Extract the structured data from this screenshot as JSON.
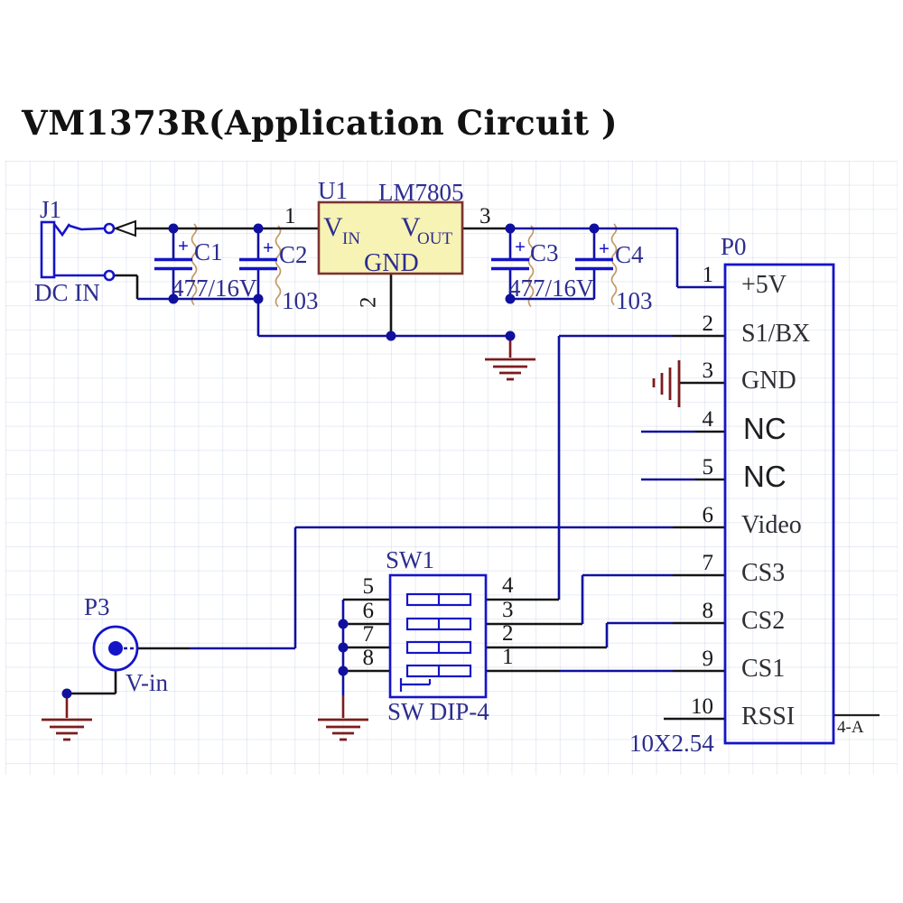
{
  "title": "VM1373R(Application Circuit )",
  "colors": {
    "wire_blue": "#10109e",
    "wire_black": "#151515",
    "ground_red": "#7c1c1c",
    "component_blue": "#1414c8",
    "regulator_fill": "#f7f3b4",
    "regulator_border": "#7b3333",
    "label_navy": "#2d2d8f",
    "ripple_tan": "#c49a66"
  },
  "j1": {
    "ref": "J1",
    "label": "DC IN"
  },
  "p3": {
    "ref": "P3",
    "label": "V-in"
  },
  "u1": {
    "ref": "U1",
    "part": "LM7805",
    "vin_main": "V",
    "vin_sub": "IN",
    "vout_main": "V",
    "vout_sub": "OUT",
    "gnd": "GND",
    "pin1": "1",
    "pin2": "2",
    "pin3": "3"
  },
  "capacitors": [
    {
      "ref": "C1",
      "polarity": "+",
      "value": "477/16V"
    },
    {
      "ref": "C2",
      "polarity": "+",
      "value": "103"
    },
    {
      "ref": "C3",
      "polarity": "+",
      "value": "477/16V"
    },
    {
      "ref": "C4",
      "polarity": "+",
      "value": "103"
    }
  ],
  "p0": {
    "ref": "P0",
    "footprint": "10X2.54",
    "pins": [
      {
        "num": "1",
        "name": "+5V"
      },
      {
        "num": "2",
        "name": "S1/BX"
      },
      {
        "num": "3",
        "name": "GND"
      },
      {
        "num": "4",
        "name": "NC"
      },
      {
        "num": "5",
        "name": "NC"
      },
      {
        "num": "6",
        "name": "Video"
      },
      {
        "num": "7",
        "name": "CS3"
      },
      {
        "num": "8",
        "name": "CS2"
      },
      {
        "num": "9",
        "name": "CS1"
      },
      {
        "num": "10",
        "name": "RSSI"
      }
    ]
  },
  "sw1": {
    "ref": "SW1",
    "part": "SW DIP-4",
    "left_pins": [
      "5",
      "6",
      "7",
      "8"
    ],
    "right_pins": [
      "4",
      "3",
      "2",
      "1"
    ]
  },
  "corner_mark": "4-A"
}
